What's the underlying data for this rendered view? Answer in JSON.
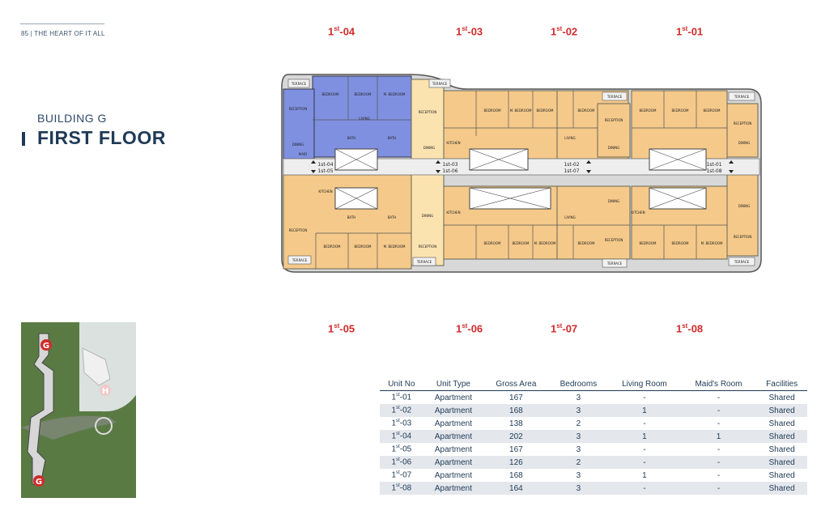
{
  "header": {
    "page_label": "85 | THE HEART OF IT ALL"
  },
  "title": {
    "building": "BUILDING G",
    "floor": "FIRST FLOOR"
  },
  "unit_labels_top": [
    {
      "base": "1",
      "sup": "st",
      "suffix": "-04"
    },
    {
      "base": "1",
      "sup": "st",
      "suffix": "-03"
    },
    {
      "base": "1",
      "sup": "st",
      "suffix": "-02"
    },
    {
      "base": "1",
      "sup": "st",
      "suffix": "-01"
    }
  ],
  "unit_labels_bottom": [
    {
      "base": "1",
      "sup": "st",
      "suffix": "-05"
    },
    {
      "base": "1",
      "sup": "st",
      "suffix": "-06"
    },
    {
      "base": "1",
      "sup": "st",
      "suffix": "-07"
    },
    {
      "base": "1",
      "sup": "st",
      "suffix": "-08"
    }
  ],
  "plan": {
    "terrace": "TERRACE",
    "reception": "RECEPTION",
    "bedroom": "BEDROOM",
    "m_bedroom": "M. BEDROOM",
    "living": "LIVING",
    "dining": "DINING",
    "kitchen": "KITCHEN",
    "bath": "BATH",
    "maid": "MAID",
    "corridor_tags": [
      "1st-04",
      "1st-05",
      "1st-03",
      "1st-06",
      "1st-02",
      "1st-07",
      "1st-01",
      "1st-08"
    ]
  },
  "site_map": {
    "label_g1": "G",
    "label_g2": "G",
    "label_h": "H"
  },
  "table": {
    "headers": [
      "Unit No",
      "Unit Type",
      "Gross Area",
      "Bedrooms",
      "Living Room",
      "Maid's Room",
      "Facilities"
    ],
    "rows": [
      {
        "unit_base": "1",
        "unit_sup": "st",
        "unit_suffix": "-01",
        "type": "Apartment",
        "area": "167",
        "bedrooms": "3",
        "living": "-",
        "maid": "-",
        "facilities": "Shared"
      },
      {
        "unit_base": "1",
        "unit_sup": "st",
        "unit_suffix": "-02",
        "type": "Apartment",
        "area": "168",
        "bedrooms": "3",
        "living": "1",
        "maid": "-",
        "facilities": "Shared"
      },
      {
        "unit_base": "1",
        "unit_sup": "st",
        "unit_suffix": "-03",
        "type": "Apartment",
        "area": "138",
        "bedrooms": "2",
        "living": "-",
        "maid": "-",
        "facilities": "Shared"
      },
      {
        "unit_base": "1",
        "unit_sup": "st",
        "unit_suffix": "-04",
        "type": "Apartment",
        "area": "202",
        "bedrooms": "3",
        "living": "1",
        "maid": "1",
        "facilities": "Shared"
      },
      {
        "unit_base": "1",
        "unit_sup": "st",
        "unit_suffix": "-05",
        "type": "Apartment",
        "area": "167",
        "bedrooms": "3",
        "living": "-",
        "maid": "-",
        "facilities": "Shared"
      },
      {
        "unit_base": "1",
        "unit_sup": "st",
        "unit_suffix": "-06",
        "type": "Apartment",
        "area": "126",
        "bedrooms": "2",
        "living": "-",
        "maid": "-",
        "facilities": "Shared"
      },
      {
        "unit_base": "1",
        "unit_sup": "st",
        "unit_suffix": "-07",
        "type": "Apartment",
        "area": "168",
        "bedrooms": "3",
        "living": "1",
        "maid": "-",
        "facilities": "Shared"
      },
      {
        "unit_base": "1",
        "unit_sup": "st",
        "unit_suffix": "-08",
        "type": "Apartment",
        "area": "164",
        "bedrooms": "3",
        "living": "-",
        "maid": "-",
        "facilities": "Shared"
      }
    ]
  },
  "colors": {
    "accent": "#d12b2b",
    "navy": "#1f3a56",
    "unit_orange": "#f5c98a",
    "unit_yellow": "#fbe3b0",
    "unit_blue": "#7f90e0",
    "row_alt": "#e4e7ec"
  }
}
